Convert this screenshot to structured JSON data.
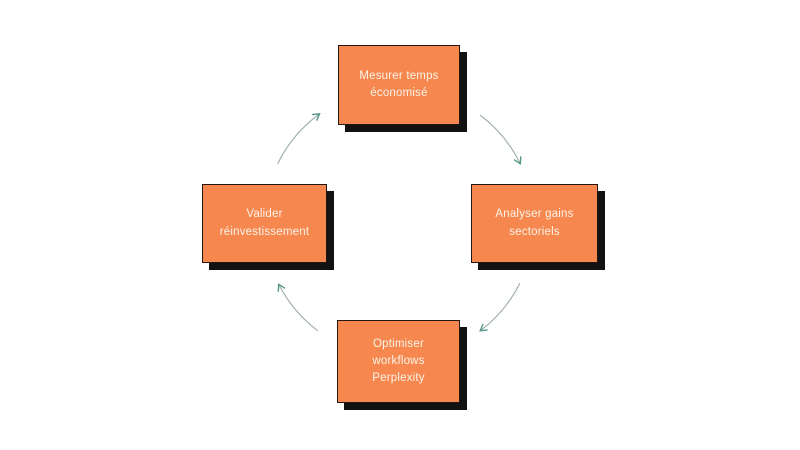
{
  "diagram": {
    "type": "cycle",
    "direction": "clockwise",
    "colors": {
      "background": "#ffffff",
      "node_fill": "#F6874E",
      "node_border": "#241710",
      "node_shadow": "#121212",
      "node_text": "#FBF3E8",
      "arrow_line": "#9AACA8",
      "arrow_head": "#56998A"
    },
    "nodes": [
      {
        "id": "measure",
        "position": "top",
        "label": "Mesurer temps\néconomisé"
      },
      {
        "id": "analyze",
        "position": "right",
        "label": "Analyser gains\nsectoriels"
      },
      {
        "id": "optimize",
        "position": "bottom",
        "label": "Optimiser\nworkflows\nPerplexity"
      },
      {
        "id": "validate",
        "position": "left",
        "label": "Valider\nréinvestissement"
      }
    ],
    "edges": [
      {
        "from": "measure",
        "to": "analyze"
      },
      {
        "from": "analyze",
        "to": "optimize"
      },
      {
        "from": "optimize",
        "to": "validate"
      },
      {
        "from": "validate",
        "to": "measure"
      }
    ]
  }
}
